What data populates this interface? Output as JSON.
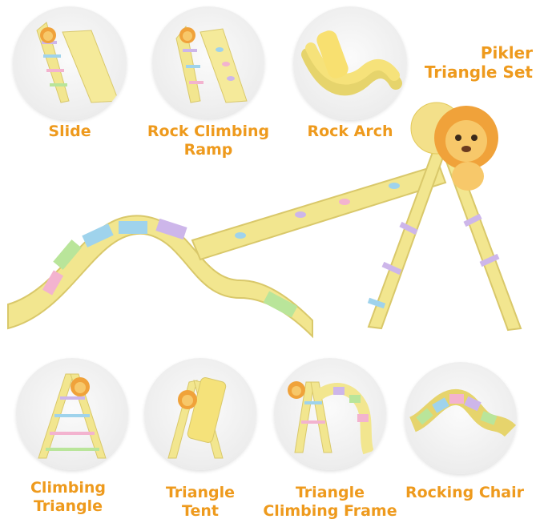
{
  "product_title": {
    "line1": "Pikler",
    "line2": "Triangle Set"
  },
  "top_row": [
    {
      "label_line1": "Slide",
      "label_line2": "",
      "icon": "slide-icon"
    },
    {
      "label_line1": "Rock Climbing",
      "label_line2": "Ramp",
      "icon": "climbing-ramp-icon"
    },
    {
      "label_line1": "Rock Arch",
      "label_line2": "",
      "icon": "rock-arch-icon"
    }
  ],
  "bottom_row": [
    {
      "label_line1": "Climbing",
      "label_line2": "Triangle",
      "icon": "climbing-triangle-icon"
    },
    {
      "label_line1": "Triangle",
      "label_line2": "Tent",
      "icon": "triangle-tent-icon"
    },
    {
      "label_line1": "Triangle",
      "label_line2": "Climbing Frame",
      "icon": "climbing-frame-icon"
    },
    {
      "label_line1": "Rocking Chair",
      "label_line2": "",
      "icon": "rocking-chair-icon"
    }
  ],
  "colors": {
    "label_orange": "#ee9a1d",
    "wood_yellow": "#f2e68f",
    "wood_edge": "#d9c86a",
    "pastel_pink": "#f3b3cf",
    "pastel_blue": "#9fd3ec",
    "pastel_green": "#b9e59a",
    "pastel_purple": "#cdb6ea",
    "lion_orange": "#f0a23a"
  }
}
